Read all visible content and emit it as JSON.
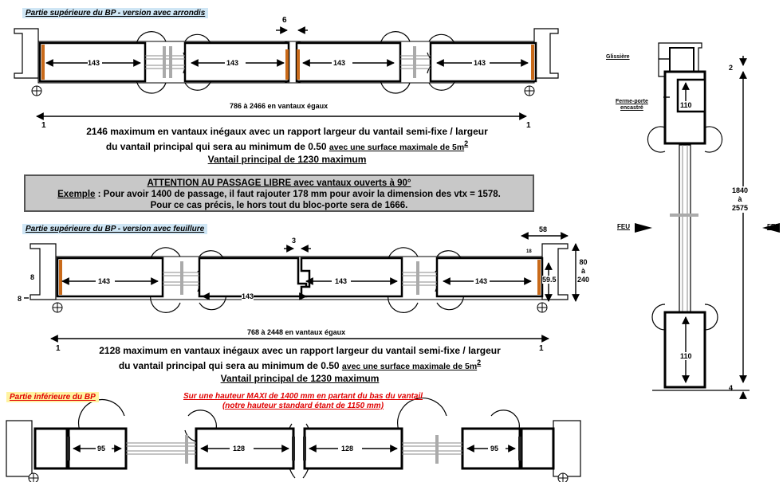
{
  "section_top_rounded": {
    "label": "Partie supérieure du BP - version avec arrondis",
    "gap": "6",
    "leaf_widths": [
      "143",
      "143",
      "143",
      "143"
    ],
    "overall": "786 à 2466 en vantaux égaux",
    "offsets": [
      "1",
      "1"
    ],
    "note_line1": "2146 maximum en vantaux inégaux avec un rapport largeur du vantail semi-fixe / largeur",
    "note_line2_main": "du vantail principal qui sera au minimum de 0.50 ",
    "note_line2_underlined": "avec une surface maximale de 5m",
    "note_line2_sup": "2",
    "note_line3": "Vantail principal de 1230 maximum"
  },
  "attention_box": {
    "title": "ATTENTION AU PASSAGE LIBRE avec vantaux ouverts à 90°",
    "example_label": "Exemple",
    "line1": " : Pour avoir 1400 de passage, il faut rajouter 178 mm pour avoir la dimension des vtx = 1578.",
    "line2": "Pour ce cas précis, le hors tout du bloc-porte sera de 1666."
  },
  "section_top_rebate": {
    "label": "Partie supérieure du BP - version avec feuillure",
    "gap": "3",
    "leaf_widths": [
      "143",
      "143",
      "143",
      "143"
    ],
    "overlap": "143",
    "dim_58": "58",
    "dim_18": "18",
    "dim_59_5": "59.5",
    "dim_80a": "80",
    "dim_80b": "à",
    "dim_80c": "240",
    "dim_8a": "8",
    "dim_8b": "8",
    "overall": "768 à 2448 en vantaux égaux",
    "offsets": [
      "1",
      "1"
    ],
    "note_line1": "2128 maximum en vantaux inégaux avec un rapport largeur du vantail semi-fixe / largeur",
    "note_line2_main": "du vantail principal qui sera au minimum de 0.50 ",
    "note_line2_underlined": "avec une surface maximale de 5m",
    "note_line2_sup": "2",
    "note_line3": "Vantail principal de 1230 maximum"
  },
  "section_bottom": {
    "label": "Partie inférieure du BP",
    "red_line1": "Sur une hauteur MAXI de 1400 mm en partant du bas du vantail",
    "red_line2": "(notre hauteur standard étant de 1150 mm)",
    "leaf_widths": [
      "95",
      "128",
      "128",
      "95"
    ]
  },
  "section_side": {
    "glissiere": "Glissière",
    "ferme_porte_1": "Ferme-porte",
    "ferme_porte_2": "encastré",
    "top_dim": "110",
    "bottom_dim": "110",
    "dim_2": "2",
    "dim_4": "4",
    "height_1": "1840",
    "height_2": "à",
    "height_3": "2575",
    "feu_left": "FEU",
    "feu_right": "FEU"
  },
  "colors": {
    "accent_blue": "#cfe6f5",
    "accent_yellow": "#fff3a0",
    "red": "#e00000",
    "box_grey": "#c8c8c8",
    "seal_orange": "#c96a1a"
  }
}
